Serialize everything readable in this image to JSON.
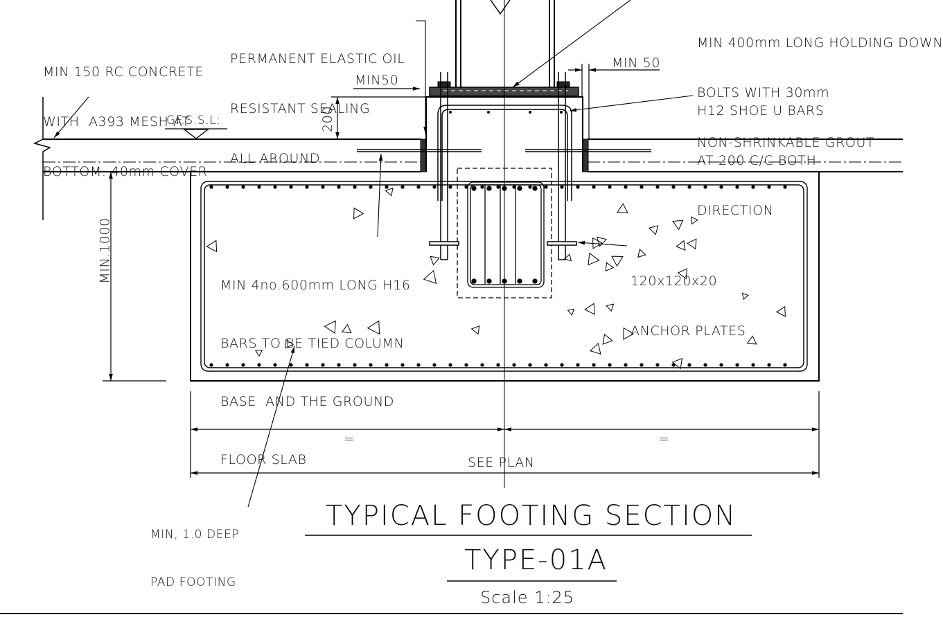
{
  "annotations": {
    "slab_note": [
      "MIN 150 RC CONCRETE",
      "WITH  A393 MESH AT",
      "BOTTOM. 40mm COVER"
    ],
    "sealing_note": [
      "PERMANENT ELASTIC OIL",
      "RESISTANT SEALING",
      "ALL AROUND"
    ],
    "bolts_note": [
      "MIN 400mm LONG HOLDING DOWN",
      "BOLTS WITH 30mm",
      "NON-SHRINKABLE GROUT"
    ],
    "shoe_note": [
      "H12 SHOE U BARS",
      "AT 200 C/C BOTH",
      "DIRECTION"
    ],
    "tie_bars_note": [
      "MIN 4no.600mm LONG H16",
      "BARS TO BE TIED COLUMN",
      "BASE  AND THE GROUND",
      "FLOOR SLAB"
    ],
    "anchor_note": [
      "120x120x20",
      "ANCHOR PLATES"
    ],
    "pad_note": [
      "MIN, 1.0 DEEP",
      "PAD FOOTING"
    ]
  },
  "dimensions": {
    "min50_left": "MIN50",
    "min50_right": "MIN 50",
    "pedestal_height": "200",
    "footing_depth": "MIN.1000",
    "level_tag": "GF.S.S.L:",
    "equal_left": "=",
    "equal_right": "=",
    "overall": "SEE PLAN"
  },
  "title_block": {
    "title": "TYPICAL FOOTING  SECTION",
    "type": "TYPE-01A",
    "scale": "Scale 1:25"
  }
}
